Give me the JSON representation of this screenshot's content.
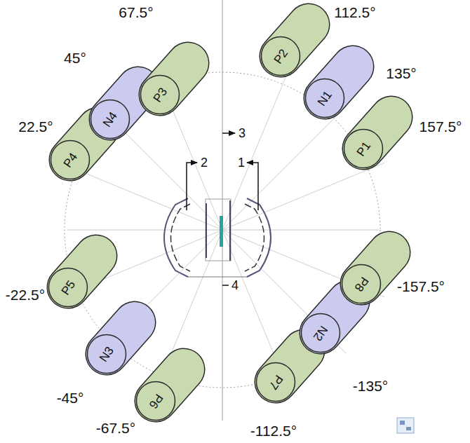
{
  "diagram": {
    "nodes": [
      {
        "text": [
          "P2"
        ]
      },
      {
        "text": [
          "P3"
        ]
      },
      {
        "text": [
          "N1"
        ]
      },
      {
        "text": [
          "N4"
        ]
      },
      {
        "text": [
          "P1"
        ]
      },
      {
        "text": [
          "P4"
        ]
      },
      {
        "text": [
          "P8"
        ]
      },
      {
        "text": [
          "P5"
        ]
      },
      {
        "text": [
          "N2"
        ]
      },
      {
        "text": [
          "N3"
        ]
      },
      {
        "text": [
          "P7"
        ]
      },
      {
        "text": [
          "P6"
        ]
      }
    ],
    "labels": [
      "67.5°",
      "112.5°",
      "45°",
      "135°",
      "22.5°",
      "157.5°",
      "-22.5°",
      "-157.5°",
      "-45°",
      "-135°",
      "-67.5°",
      "-112.5°",
      "1",
      "2",
      "3",
      "4"
    ]
  }
}
